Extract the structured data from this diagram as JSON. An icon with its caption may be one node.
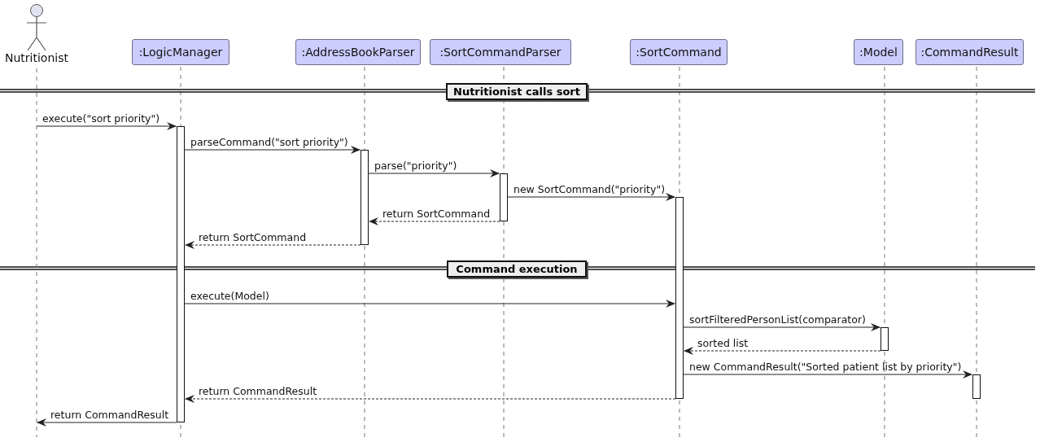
{
  "diagram": {
    "nodes": [
      {
        "text": [
          "Nutritionist"
        ]
      },
      {
        "text": [
          ":LogicManager"
        ]
      },
      {
        "text": [
          ":AddressBookParser"
        ]
      },
      {
        "text": [
          ":SortCommandParser"
        ]
      },
      {
        "text": [
          ":SortCommand"
        ]
      },
      {
        "text": [
          ":Model"
        ]
      },
      {
        "text": [
          ":CommandResult"
        ]
      },
      {
        "text": [
          "Nutritionist calls sort"
        ]
      },
      {
        "text": [
          "Command execution"
        ]
      },
      {
        "text": [],
        "shape": "bar"
      },
      {
        "text": [],
        "shape": "bar"
      },
      {
        "text": [],
        "shape": "bar"
      },
      {
        "text": [],
        "shape": "bar"
      },
      {
        "text": [],
        "shape": "bar"
      },
      {
        "text": [],
        "shape": "bar"
      }
    ],
    "edges": [
      {
        "from": 0,
        "to": 9,
        "arrow": "to",
        "label": "execute(\"sort priority\")"
      },
      {
        "from": 9,
        "to": 10,
        "arrow": "to",
        "label": "parseCommand(\"sort priority\")"
      },
      {
        "from": 10,
        "to": 11,
        "arrow": "to",
        "label": "parse(\"priority\")"
      },
      {
        "from": 11,
        "to": 12,
        "arrow": "to",
        "label": "new SortCommand(\"priority\")"
      },
      {
        "from": 11,
        "to": 10,
        "arrow": "to",
        "label": "return SortCommand",
        "style": "dashed"
      },
      {
        "from": 10,
        "to": 9,
        "arrow": "to",
        "label": "return SortCommand",
        "style": "dashed"
      },
      {
        "from": 9,
        "to": 12,
        "arrow": "to",
        "label": "execute(Model)"
      },
      {
        "from": 12,
        "to": 13,
        "arrow": "to",
        "label": "sortFilteredPersonList(comparator)"
      },
      {
        "from": 13,
        "to": 12,
        "arrow": "to",
        "label": "sorted list",
        "style": "dashed"
      },
      {
        "from": 12,
        "to": 14,
        "arrow": "to",
        "label": "new CommandResult(\"Sorted patient list by priority\")"
      },
      {
        "from": 12,
        "to": 9,
        "arrow": "to",
        "label": "return CommandResult",
        "style": "dashed"
      },
      {
        "from": 9,
        "to": 0,
        "arrow": "to",
        "label": "return CommandResult"
      }
    ]
  }
}
